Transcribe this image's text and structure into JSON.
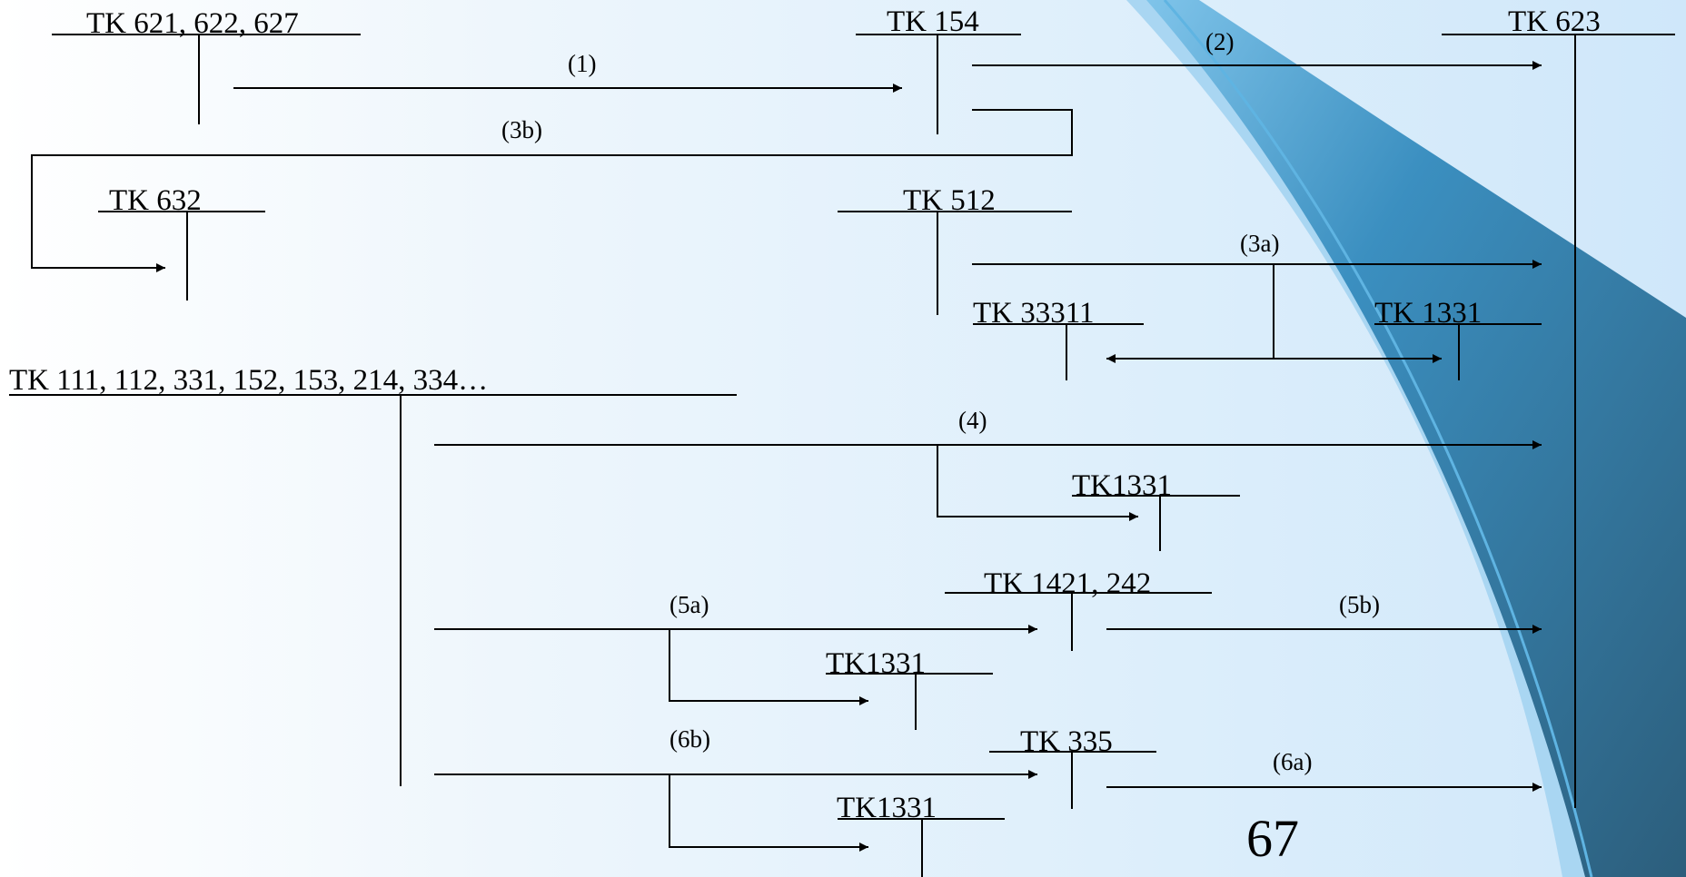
{
  "accounts": {
    "a621": "TK 621, 622, 627",
    "a154": "TK 154",
    "a623": "TK 623",
    "a632": "TK 632",
    "a512": "TK 512",
    "a33311": "TK 33311",
    "a1331_top": "TK 1331",
    "a111": "TK 111, 112, 331, 152, 153, 214, 334…",
    "a1331_b": "TK1331",
    "a1421": "TK 1421, 242",
    "a1331_c": "TK1331",
    "a335": "TK 335",
    "a1331_d": "TK1331"
  },
  "flows": {
    "f1": "(1)",
    "f2": "(2)",
    "f3b": "(3b)",
    "f3a": "(3a)",
    "f4": "(4)",
    "f5a": "(5a)",
    "f5b": "(5b)",
    "f6b": "(6b)",
    "f6a": "(6a)"
  },
  "page_number": "67",
  "colors": {
    "line": "#000000",
    "wave_dark": "#2c5e7c",
    "wave_mid": "#4ea3d2",
    "wave_light": "#a9d6f2"
  }
}
